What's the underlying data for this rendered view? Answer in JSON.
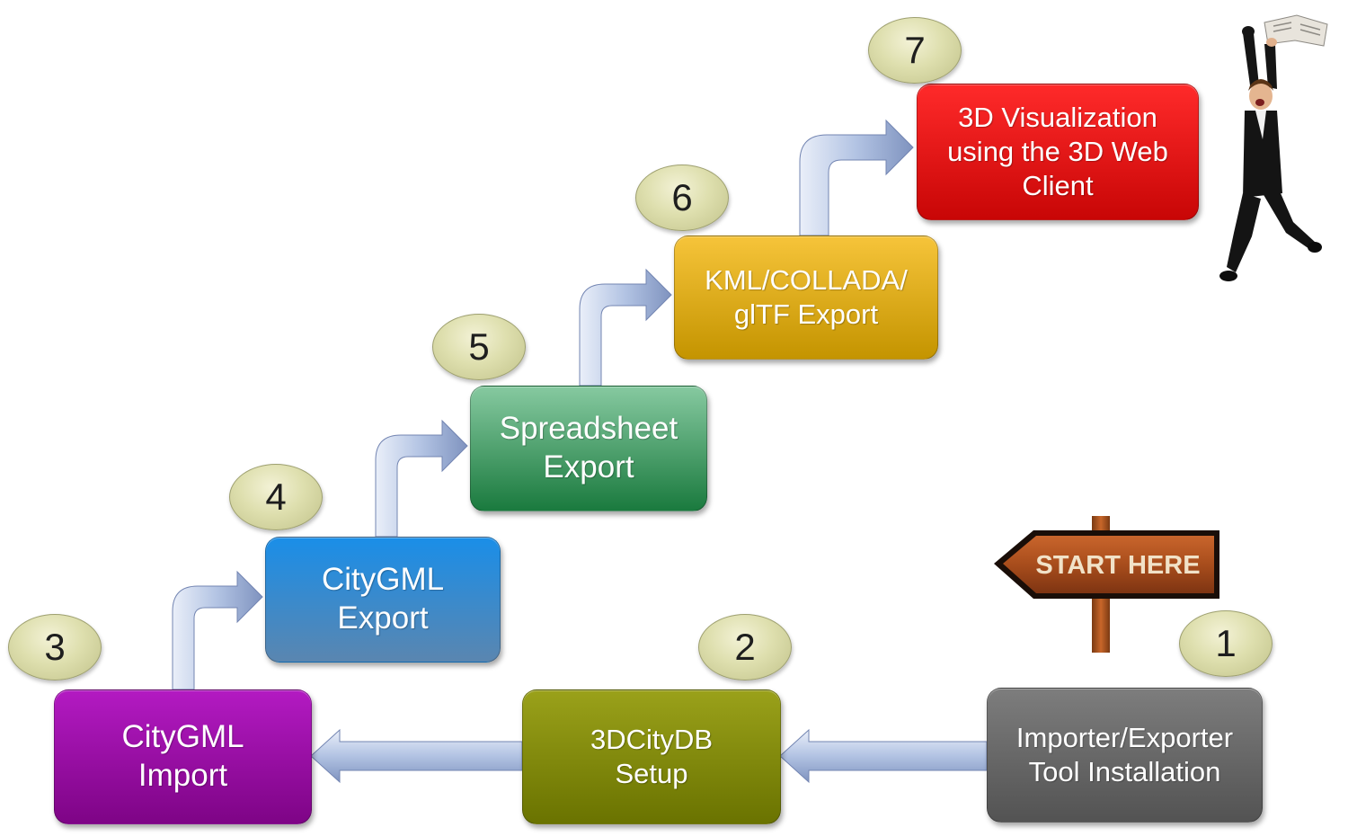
{
  "steps": [
    {
      "number": "1",
      "lines": [
        "Importer/Exporter",
        "Tool Installation"
      ]
    },
    {
      "number": "2",
      "lines": [
        "3DCityDB",
        "Setup"
      ]
    },
    {
      "number": "3",
      "lines": [
        "CityGML",
        "Import"
      ]
    },
    {
      "number": "4",
      "lines": [
        "CityGML",
        "Export"
      ]
    },
    {
      "number": "5",
      "lines": [
        "Spreadsheet",
        "Export"
      ]
    },
    {
      "number": "6",
      "lines": [
        "KML/COLLADA/",
        "glTF Export"
      ]
    },
    {
      "number": "7",
      "lines": [
        "3D Visualization",
        "using the 3D Web",
        "Client"
      ]
    }
  ],
  "signpost": {
    "text": "START HERE"
  },
  "colors": {
    "step1": "#666666",
    "step2": "#808a00",
    "step3": "#990aa6",
    "step4": "#2a8ad6",
    "step5": "#3ca063",
    "step6": "#e0ad10",
    "step7": "#e50f0f",
    "arrow": "#a6b8dc",
    "badge": "#dedfae"
  }
}
